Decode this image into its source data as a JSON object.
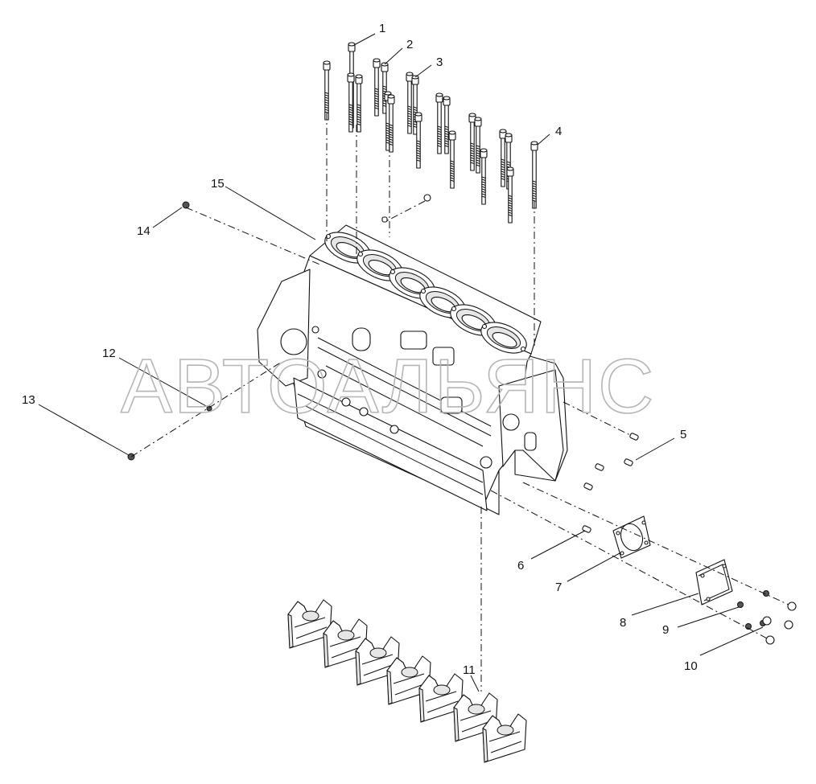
{
  "watermark": "АВТОАЛЬЯНС",
  "callouts": [
    "1",
    "2",
    "3",
    "4",
    "5",
    "6",
    "7",
    "8",
    "9",
    "10",
    "11",
    "12",
    "13",
    "14",
    "15"
  ]
}
